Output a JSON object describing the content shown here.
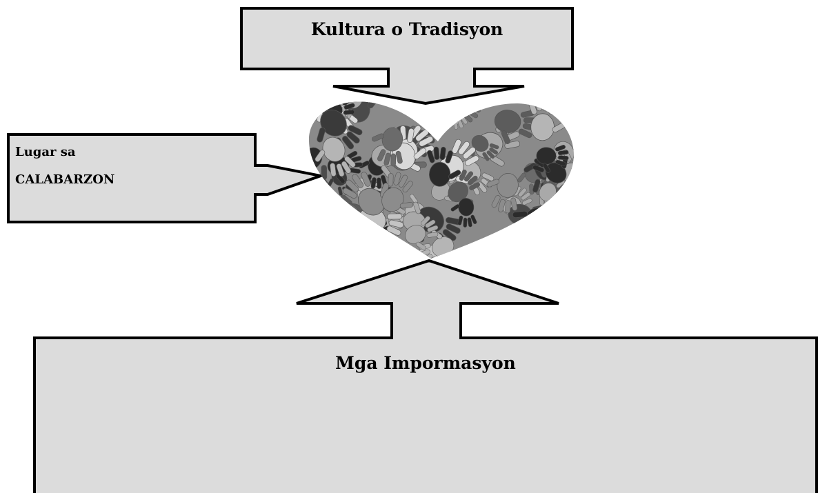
{
  "diagram": {
    "top_box": {
      "label": "Kultura o Tradisyon"
    },
    "left_box": {
      "line1": "Lugar sa",
      "line2": "CALABARZON"
    },
    "bottom_box": {
      "label": "Mga Impormasyon"
    },
    "center_image": {
      "icon": "heart-of-hands-icon"
    }
  },
  "colors": {
    "box_fill": "#dcdcdc",
    "border": "#000000"
  }
}
